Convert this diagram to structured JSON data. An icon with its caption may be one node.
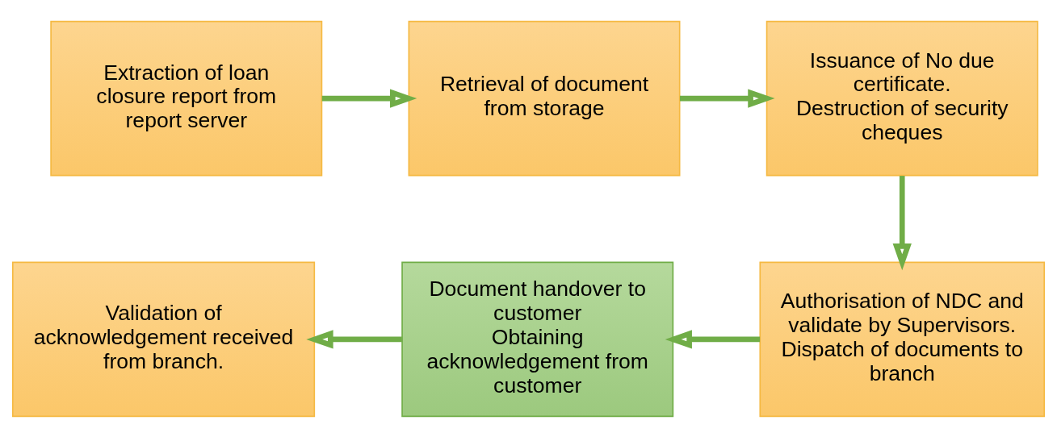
{
  "diagram": {
    "nodes": [
      {
        "text": [
          "Extraction of loan closure report from report server"
        ]
      },
      {
        "text": [
          "Retrieval of document from storage"
        ]
      },
      {
        "text": [
          "Issuance of No due certificate.",
          "Destruction of security cheques"
        ]
      },
      {
        "text": [
          "Authorisation of NDC and validate by Supervisors.",
          "Dispatch of documents to branch"
        ]
      },
      {
        "text": [
          "Document handover to customer",
          "Obtaining acknowledgement from customer"
        ]
      },
      {
        "text": [
          "Validation of acknowledgement received from branch."
        ]
      }
    ],
    "edges": [
      {
        "from": 0,
        "to": 1,
        "arrow": "to"
      },
      {
        "from": 1,
        "to": 2,
        "arrow": "to"
      },
      {
        "from": 2,
        "to": 3,
        "arrow": "to"
      },
      {
        "from": 3,
        "to": 4,
        "arrow": "to"
      },
      {
        "from": 4,
        "to": 5,
        "arrow": "to"
      }
    ]
  }
}
